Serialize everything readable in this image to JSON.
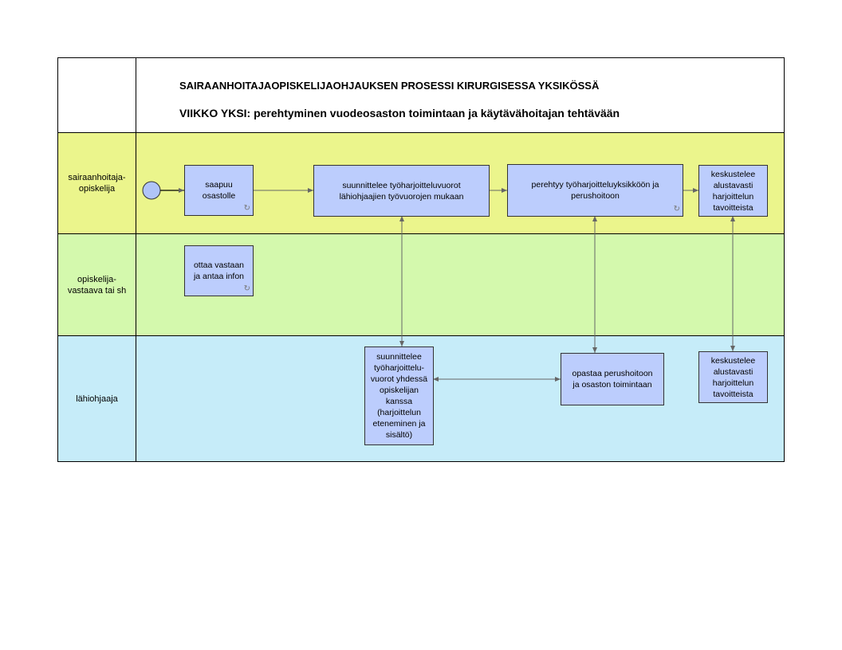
{
  "header": {
    "title": "SAIRAANHOITAJAOPISKELIJAOHJAUKSEN PROSESSI KIRURGISESSA YKSIKÖSSÄ",
    "subtitle": "VIIKKO YKSI: perehtyminen vuodeosaston toimintaan ja käytävähoitajan tehtävään"
  },
  "lanes": [
    {
      "label": "sairaanhoitaja-\nopiskelija",
      "color": "#ebf58c"
    },
    {
      "label": "opiskelija-\nvastaava tai sh",
      "color": "#d4f9ad"
    },
    {
      "label": "lähiohjaaja",
      "color": "#c6ecf9"
    }
  ],
  "tasks": {
    "arrive": "saapuu\nosastolle",
    "plan_shifts": "suunnittelee työharjoitteluvuorot\nlähiohjaajien työvuorojen mukaan",
    "orientate": "perehtyy työharjoitteluyksikköön ja\nperushoitoon",
    "discuss_student": "keskustelee\nalustavasti\nharjoittelun\ntavoitteista",
    "receive": "ottaa vastaan\nja antaa infon",
    "plan_with_student": "suunnittelee\ntyöharjoittelu-\nvuorot yhdessä\nopiskelijan\nkanssa\n(harjoittelun\neteneminen ja\nsisältö)",
    "guide": "opastaa perushoitoon\nja osaston toimintaan",
    "discuss_supervisor": "keskustelee\nalustavasti\nharjoittelun\ntavoitteista"
  },
  "colors": {
    "task_fill": "#bccdfd",
    "start_event": "#b0c4f8",
    "connector": "#666666"
  },
  "icons": {
    "loop_marker": "loop-icon",
    "start_event": "start-event-icon"
  }
}
